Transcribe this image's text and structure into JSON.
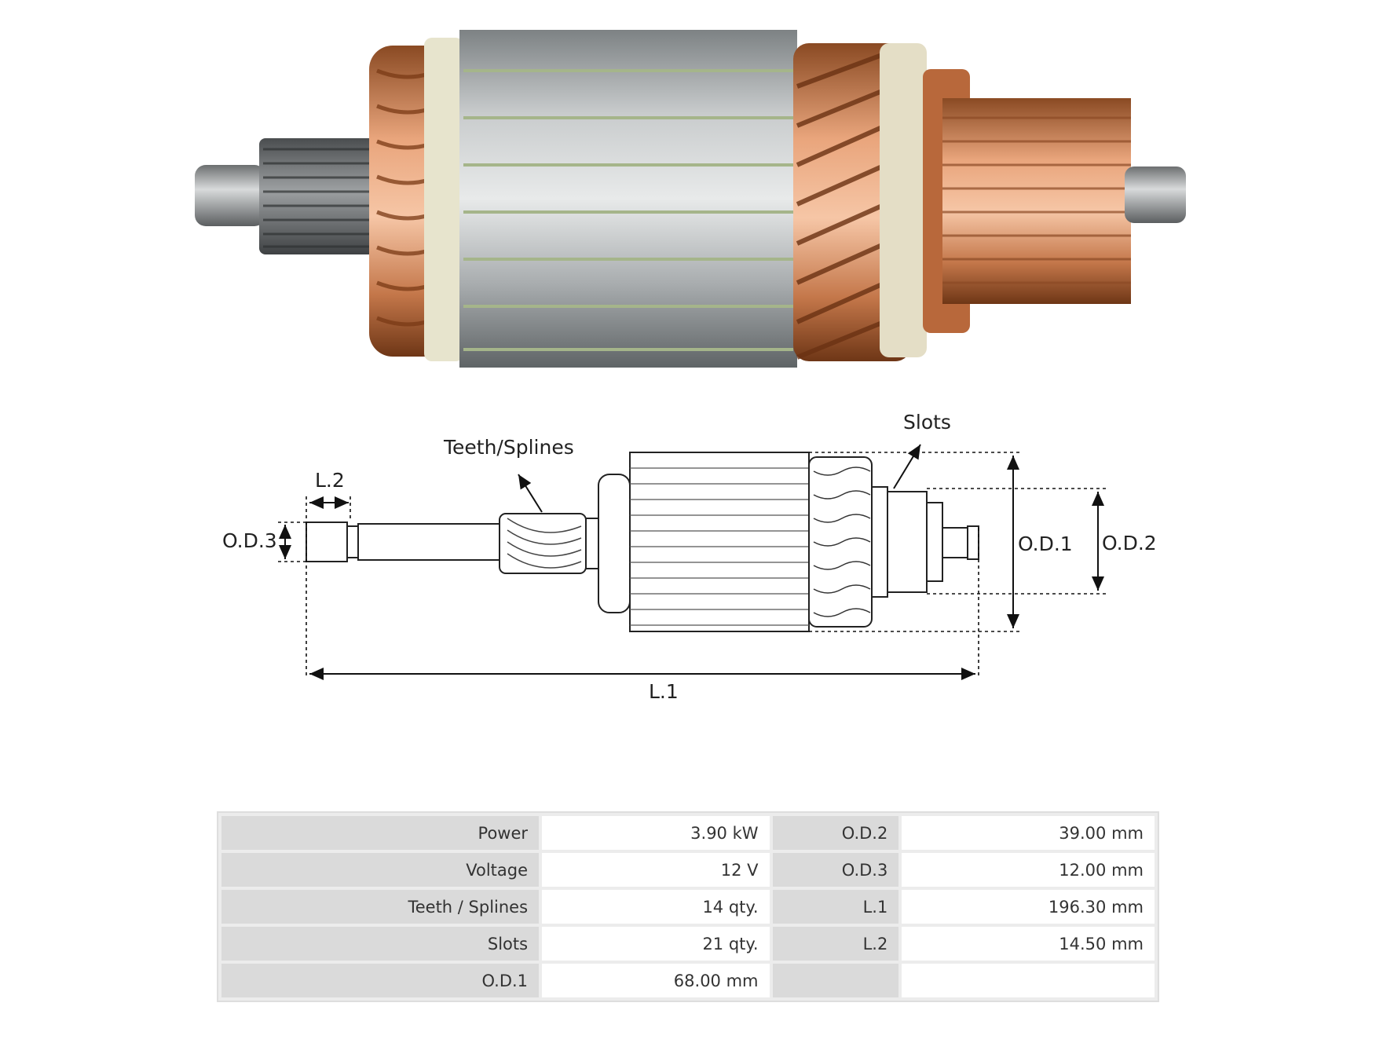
{
  "diagram": {
    "labels": {
      "teeth": "Teeth/Splines",
      "slots": "Slots",
      "l2": "L.2",
      "od3": "O.D.3",
      "od1": "O.D.1",
      "od2": "O.D.2",
      "l1": "L.1"
    }
  },
  "specs": [
    {
      "key": "Power",
      "value": "3.90 kW",
      "key2": "O.D.2",
      "value2": "39.00 mm"
    },
    {
      "key": "Voltage",
      "value": "12 V",
      "key2": "O.D.3",
      "value2": "12.00 mm"
    },
    {
      "key": "Teeth / Splines",
      "value": "14 qty.",
      "key2": "L.1",
      "value2": "196.30 mm"
    },
    {
      "key": "Slots",
      "value": "21 qty.",
      "key2": "L.2",
      "value2": "14.50 mm"
    },
    {
      "key": "O.D.1",
      "value": "68.00 mm",
      "key2": "",
      "value2": ""
    }
  ]
}
